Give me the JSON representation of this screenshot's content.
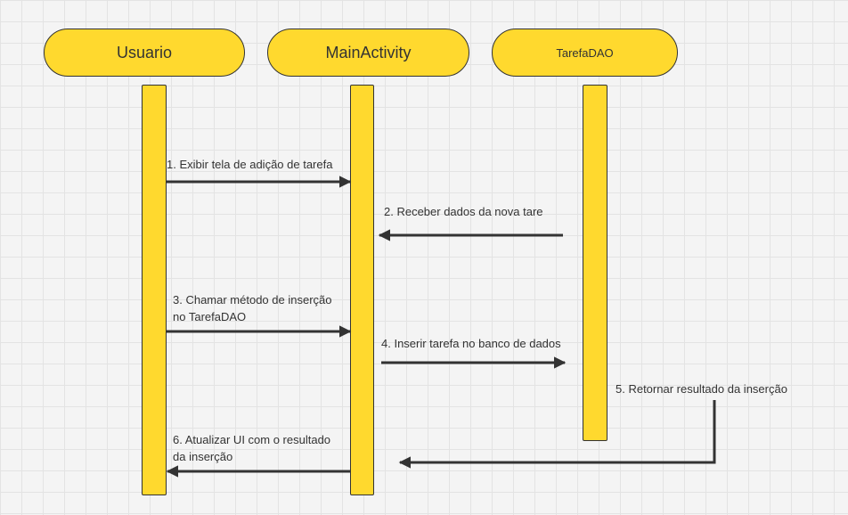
{
  "actors": [
    {
      "name": "Usuario"
    },
    {
      "name": "MainActivity"
    },
    {
      "name": "TarefaDAO"
    }
  ],
  "messages": [
    {
      "label": "1. Exibir tela de adição de tarefa"
    },
    {
      "label": "2. Receber dados da nova tare"
    },
    {
      "label": "3. Chamar método de inserção",
      "label2": "no TarefaDAO"
    },
    {
      "label": "4. Inserir tarefa no banco de dados"
    },
    {
      "label": "5. Retornar resultado da inserção"
    },
    {
      "label": "6. Atualizar UI com o resultado",
      "label2": "da inserção"
    }
  ],
  "colors": {
    "actor_fill": "#ffd92e",
    "stroke": "#333333",
    "grid": "#e3e3e3"
  }
}
